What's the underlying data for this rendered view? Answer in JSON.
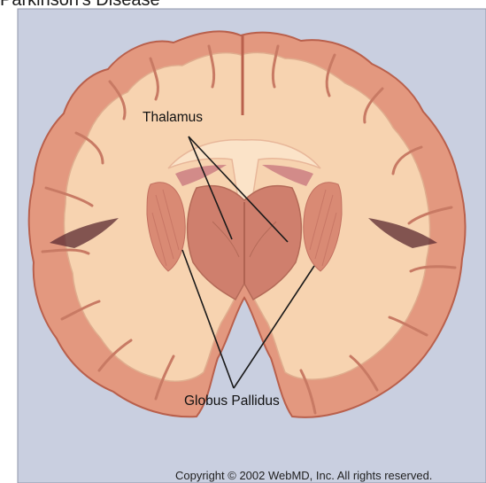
{
  "figure": {
    "title": "Parkinson's Disease",
    "labels": {
      "thalamus": "Thalamus",
      "globus_pallidus": "Globus Pallidus"
    },
    "copyright": "Copyright © 2002 WebMD, Inc. All rights reserved."
  },
  "colors": {
    "background": "#c9cfe0",
    "cortex_outer": "#e3987f",
    "white_matter": "#f7d3b0",
    "deep_structures": "#d98a74",
    "thalamus_center": "#cf7f6d",
    "label_lines": "#1a1a1a"
  }
}
